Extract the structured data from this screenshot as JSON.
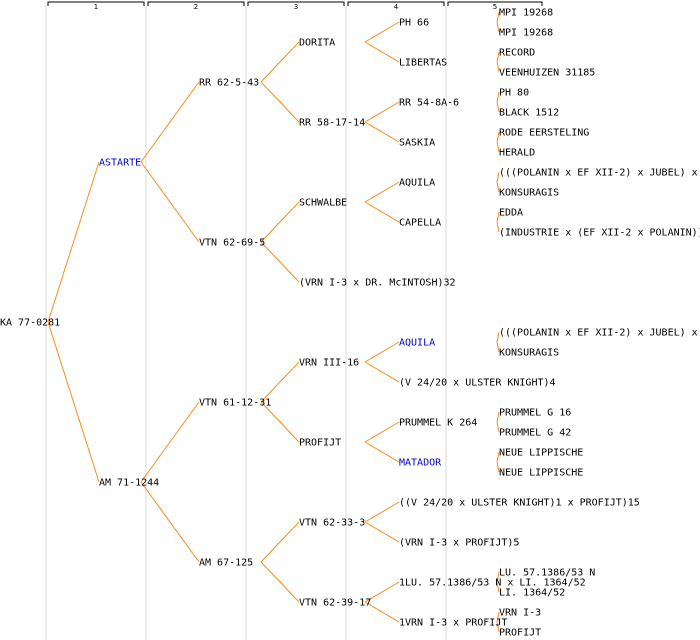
{
  "generations": [
    "1",
    "2",
    "3",
    "4",
    "5"
  ],
  "highlight_color": "#0000cc",
  "line_color": "#ff8a1c",
  "nodes": {
    "root": "KA 77-0281",
    "g1": [
      "ASTARTE",
      "AM 71-1244"
    ],
    "g2": [
      "RR 62-5-43",
      "VTN 62-69-5",
      "VTN 61-12-31",
      "AM 67-125"
    ],
    "g3": [
      "DORITA",
      "RR 58-17-14",
      "SCHWALBE",
      "(VRN I-3 x DR. McINTOSH)32",
      "VRN III-16",
      "PROFIJT",
      "VTN 62-33-3",
      "VTN 62-39-17"
    ],
    "g4": [
      "PH 66",
      "LIBERTAS",
      "RR 54-8A-6",
      "SASKIA",
      "AQUILA",
      "CAPELLA",
      "AQUILA",
      "(V 24/20 x ULSTER KNIGHT)4",
      "PRUMMEL K 264",
      "MATADOR",
      "((V 24/20 x ULSTER KNIGHT)1 x PROFIJT)15",
      "(VRN I-3 x PROFIJT)5",
      "1LU. 57.1386/53 N x LI. 1364/52",
      "1VRN I-3 x PROFIJT"
    ],
    "g5": [
      "MPI 19268",
      "MPI 19268",
      "RECORD",
      "VEENHUIZEN 31185",
      "PH 80",
      "BLACK 1512",
      "RODE EERSTELING",
      "HERALD",
      "(((POLANIN x EF XII-2) x JUBEL) x",
      "KONSURAGIS",
      "EDDA",
      "(INDUSTRIE x (EF XII-2 x POLANIN))",
      "(((POLANIN x EF XII-2) x JUBEL) x",
      "KONSURAGIS",
      "PRUMMEL G 16",
      "PRUMMEL G 42",
      "NEUE LIPPISCHE",
      "NEUE LIPPISCHE",
      "LU. 57.1386/53 N",
      "LI. 1364/52",
      "VRN I-3",
      "PROFIJT"
    ]
  }
}
